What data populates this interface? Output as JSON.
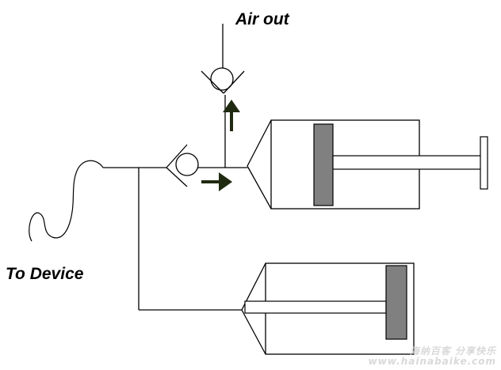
{
  "labels": {
    "air_out": "Air out",
    "to_device": "To Device"
  },
  "watermark": {
    "line1": "海纳百客 分享快乐",
    "line2": "www.hainabaike.com"
  },
  "colors": {
    "line": "#000000",
    "piston": "#808080",
    "arrow": "#1f2a10",
    "background": "#ffffff"
  },
  "icons": {
    "flow_arrow": "arrow",
    "check_valve": "check-valve"
  }
}
